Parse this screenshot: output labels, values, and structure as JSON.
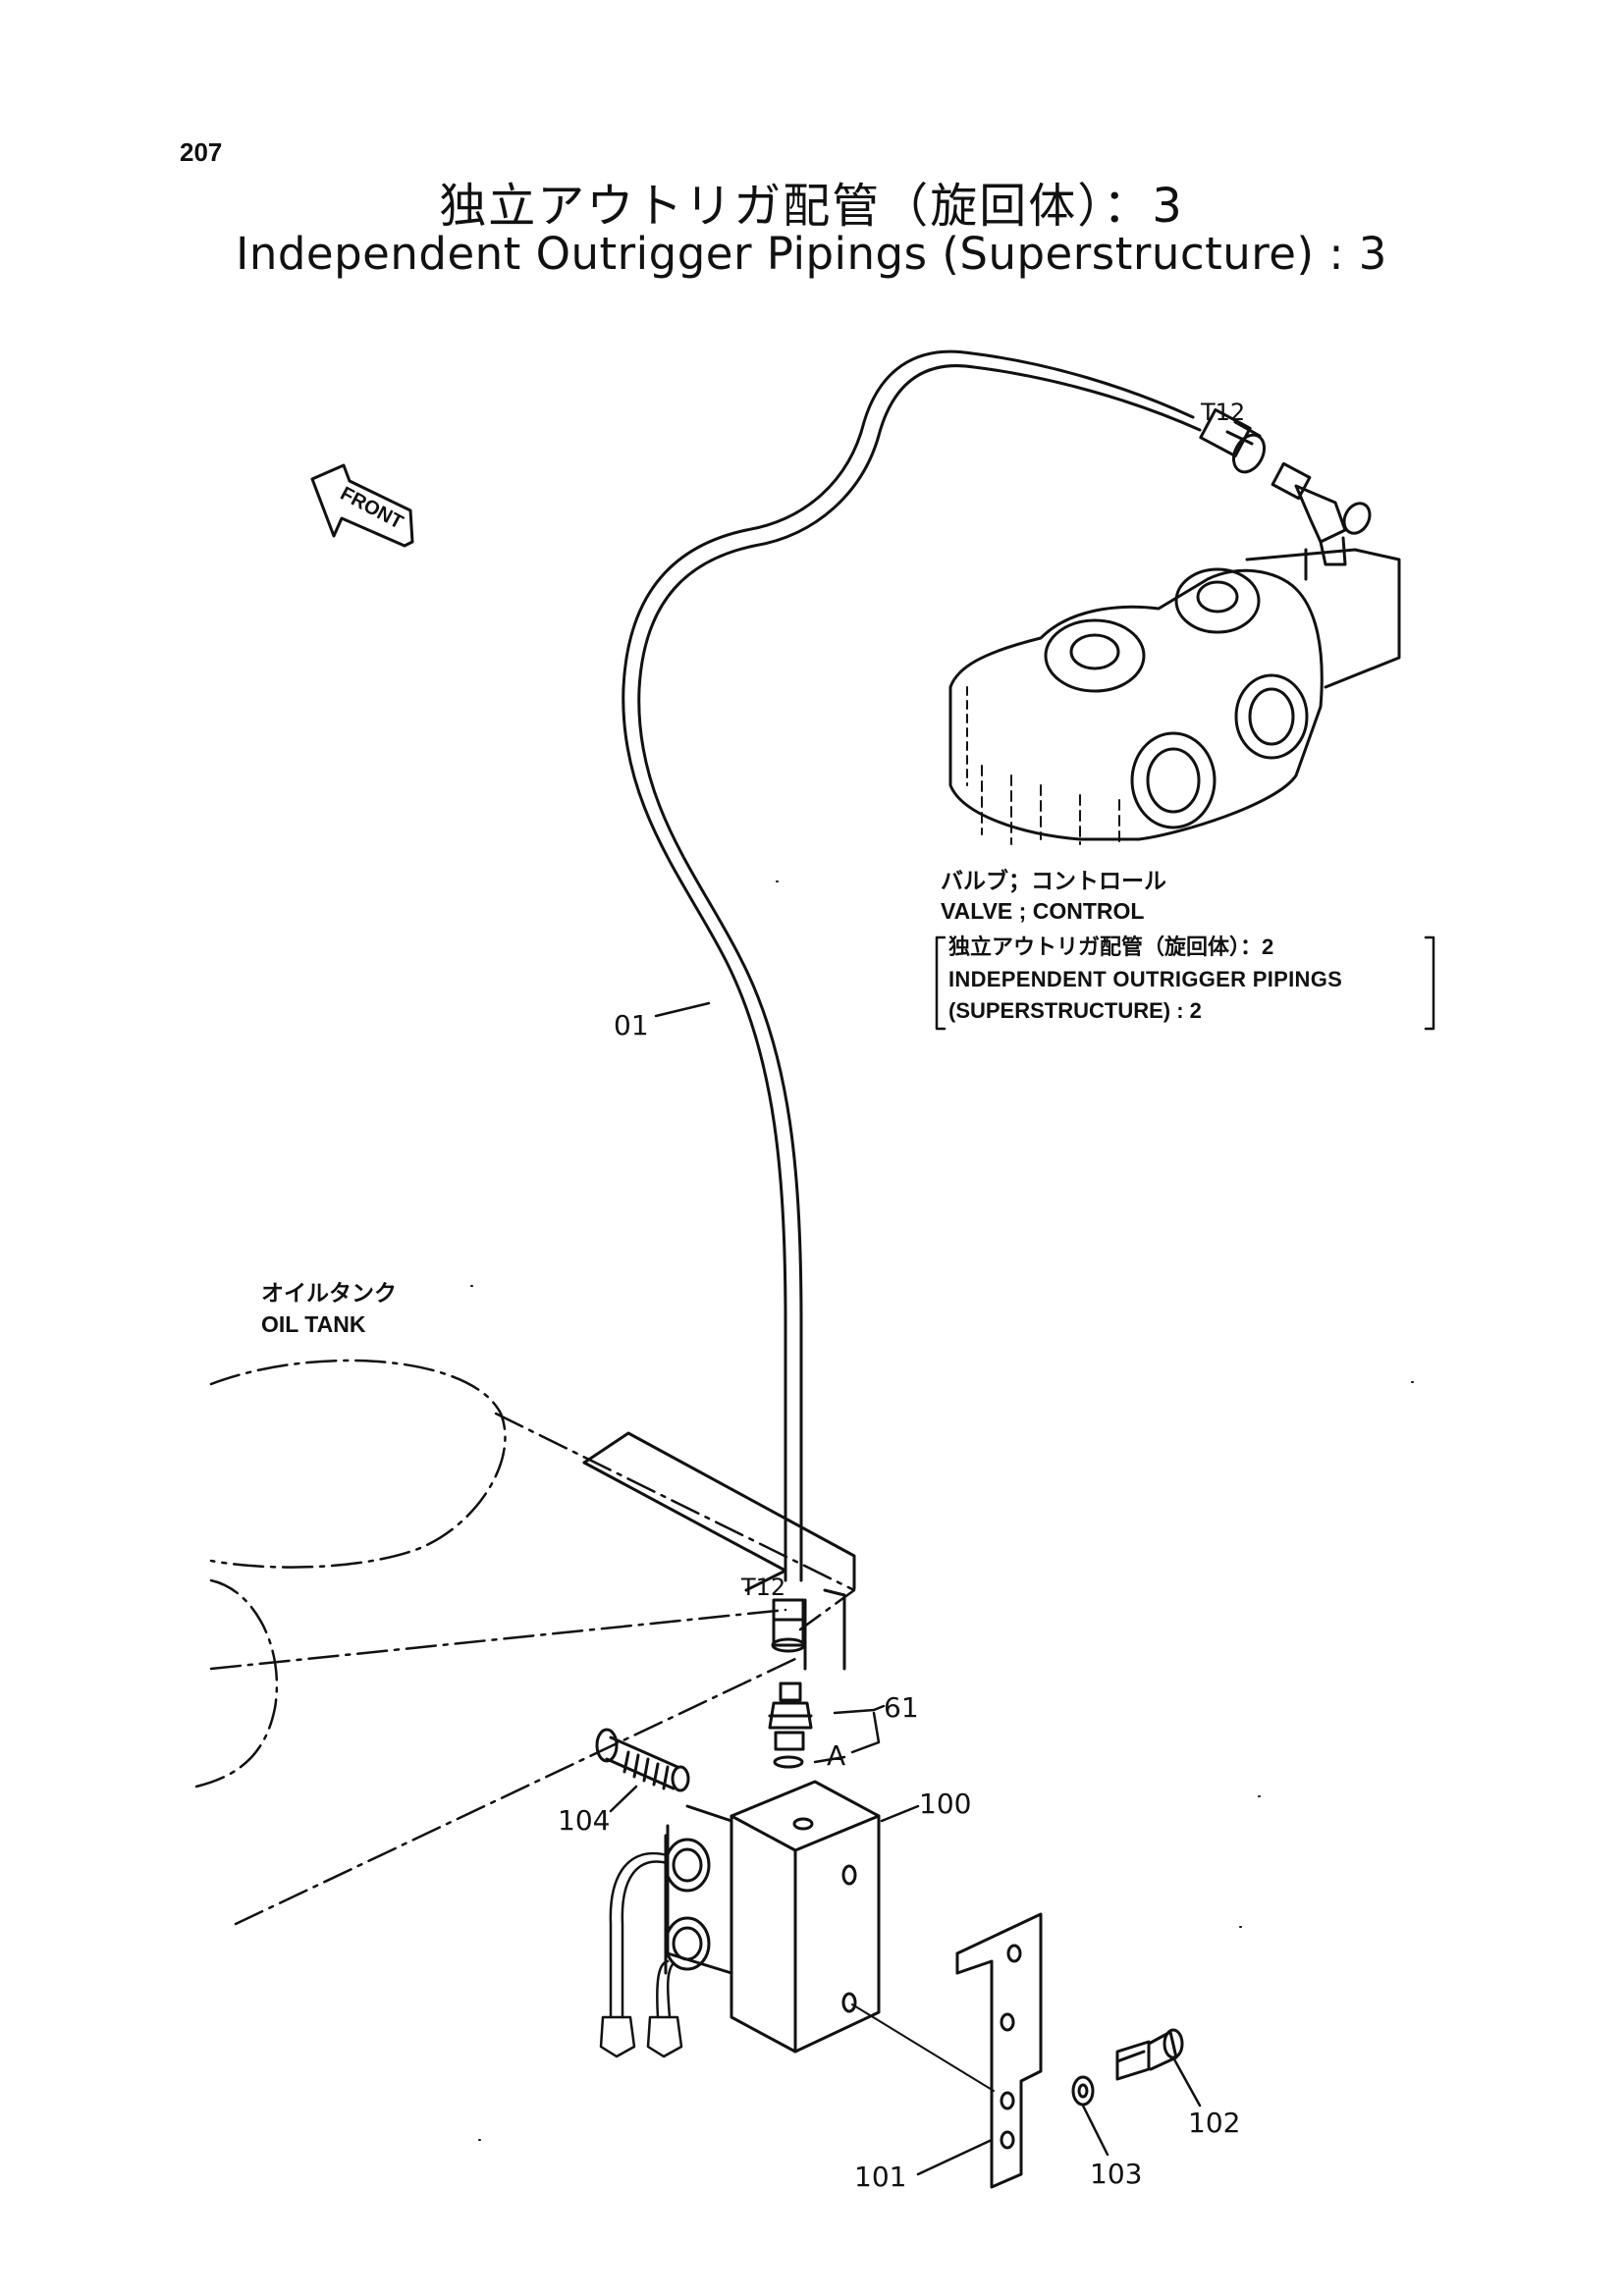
{
  "page_number": "207",
  "title": {
    "japanese": "独立アウトリガ配管（旋回体）：3",
    "english": "Independent Outrigger Pipings (Superstructure) : 3"
  },
  "front_arrow": {
    "label": "FRONT",
    "icon": "front-direction-arrow-icon"
  },
  "labels": {
    "valve_ja": "バルブ；コントロール",
    "valve_en": "VALVE ; CONTROL",
    "ref_ja": "独立アウトリガ配管（旋回体）：2",
    "ref_en_1": "INDEPENDENT OUTRIGGER PIPINGS",
    "ref_en_2": "(SUPERSTRUCTURE) : 2",
    "tank_ja": "オイルタンク",
    "tank_en": "OIL TANK"
  },
  "callouts": {
    "hose": "01",
    "fitting_top": "T12",
    "fitting_bottom": "T12",
    "adapter": "61",
    "oring": "A",
    "block": "100",
    "bracket": "101",
    "bolt": "102",
    "washer": "103",
    "clamp_bolt": "104"
  }
}
